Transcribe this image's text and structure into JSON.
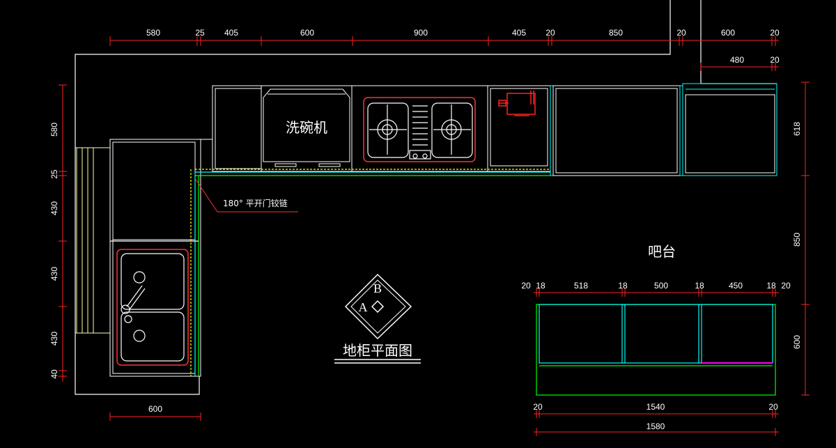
{
  "drawing": {
    "title": "地柜平面图",
    "dishwasher_label": "洗碗机",
    "hinge_note": "180° 平开门铰链",
    "bar_label": "吧台",
    "section_marker": {
      "a": "A",
      "b": "B"
    }
  },
  "dimensions": {
    "top": [
      "580",
      "25",
      "405",
      "600",
      "900",
      "405",
      "20",
      "850",
      "20",
      "600",
      "20"
    ],
    "top_right": [
      "480",
      "20"
    ],
    "left": [
      "580",
      "25",
      "430",
      "430",
      "430",
      "40"
    ],
    "bottom_left": "600",
    "right": [
      "618",
      "850",
      "600"
    ],
    "bar_top": [
      "20",
      "18",
      "518",
      "18",
      "500",
      "18",
      "450",
      "18",
      "20"
    ],
    "bar_bottom": [
      "20",
      "1540",
      "20"
    ],
    "bar_total": "1580"
  },
  "colors": {
    "background": "#000000",
    "outline": "#ffffff",
    "dimension": "#ff0000",
    "cabinet_cyan": "#00ffff",
    "counter_green": "#00ff00",
    "hinge_yellow": "#ffff00",
    "appliance_red": "#ff0000",
    "accent_magenta": "#ff00ff"
  }
}
